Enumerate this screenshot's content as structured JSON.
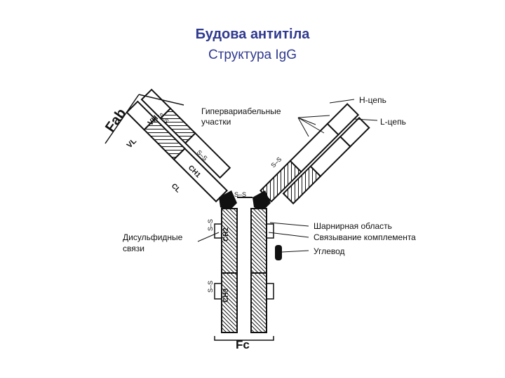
{
  "header": {
    "title": "Будова антитіла",
    "subtitle": "Структура IgG"
  },
  "labels": {
    "fab": "Fab",
    "fc": "Fc",
    "hypervariable": [
      "Гипервариабельные",
      "участки"
    ],
    "heavy_chain": "H-цепь",
    "light_chain": "L-цепь",
    "hinge": "Шарнирная область",
    "complement": "Связывание комплемента",
    "carbohydrate": "Углевод",
    "disulfide": [
      "Дисульфидные",
      "связи"
    ],
    "domains": {
      "vh": "VH",
      "vl": "VL",
      "ch1": "CH1",
      "cl": "CL",
      "ch2": "CH2",
      "ch3": "CH3"
    },
    "ss": "S–S"
  },
  "colors": {
    "title": "#2f3a8f",
    "ink": "#111111"
  }
}
